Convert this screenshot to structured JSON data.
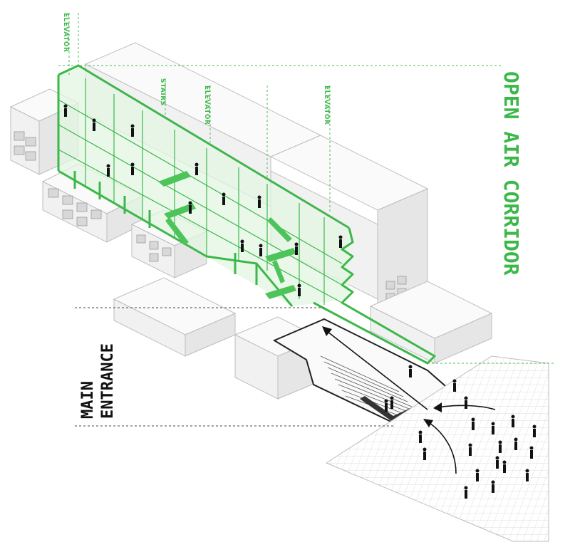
{
  "labels": {
    "corridor": "OPEN AIR CORRIDOR",
    "entrance_line1": "MAIN",
    "entrance_line2": "ENTRANCE",
    "elevator_1": "ELEVATOR",
    "stairs": "STAIRS",
    "elevator_2": "ELEVATOR",
    "elevator_3": "ELEVATOR"
  },
  "colors": {
    "corridor_green": "#3cb84a",
    "glass_green": "#dff3df",
    "building_grey": "#f1f1f1",
    "ink": "#111111"
  }
}
